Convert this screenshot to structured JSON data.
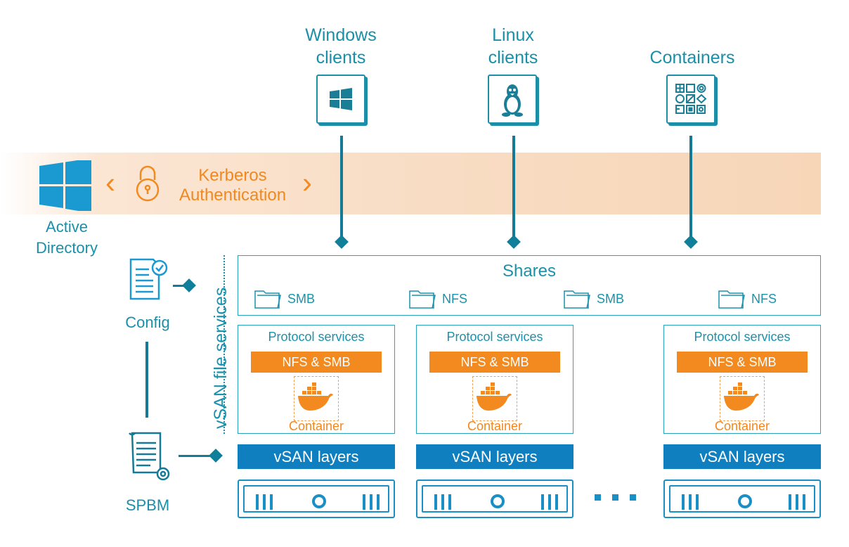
{
  "clients": [
    {
      "label_line1": "Windows",
      "label_line2": "clients",
      "icon": "windows-icon"
    },
    {
      "label_line1": "Linux",
      "label_line2": "clients",
      "icon": "linux-tux-icon"
    },
    {
      "label_line1": "Containers",
      "label_line2": "",
      "icon": "containers-grid-icon"
    }
  ],
  "auth": {
    "line1": "Kerberos",
    "line2": "Authentication",
    "icon": "padlock-icon"
  },
  "active_directory": {
    "line1": "Active",
    "line2": "Directory",
    "icon": "windows-logo-icon"
  },
  "config": {
    "label": "Config",
    "icon": "document-check-icon"
  },
  "spbm": {
    "label": "SPBM",
    "icon": "scroll-gear-icon"
  },
  "vsan_file_services": "vSAN file services",
  "shares": {
    "title": "Shares",
    "items": [
      "SMB",
      "NFS",
      "SMB",
      "NFS"
    ],
    "icon": "folder-icon"
  },
  "nodes": [
    {
      "protocol_title": "Protocol services",
      "protocol": "NFS & SMB",
      "container": "Container",
      "layer": "vSAN layers"
    },
    {
      "protocol_title": "Protocol services",
      "protocol": "NFS & SMB",
      "container": "Container",
      "layer": "vSAN layers"
    },
    {
      "protocol_title": "Protocol services",
      "protocol": "NFS & SMB",
      "container": "Container",
      "layer": "vSAN layers"
    }
  ],
  "colors": {
    "teal": "#1a92ad",
    "orange": "#f28a1f",
    "blue": "#0f7fc0",
    "band": "#f8dcc3"
  }
}
